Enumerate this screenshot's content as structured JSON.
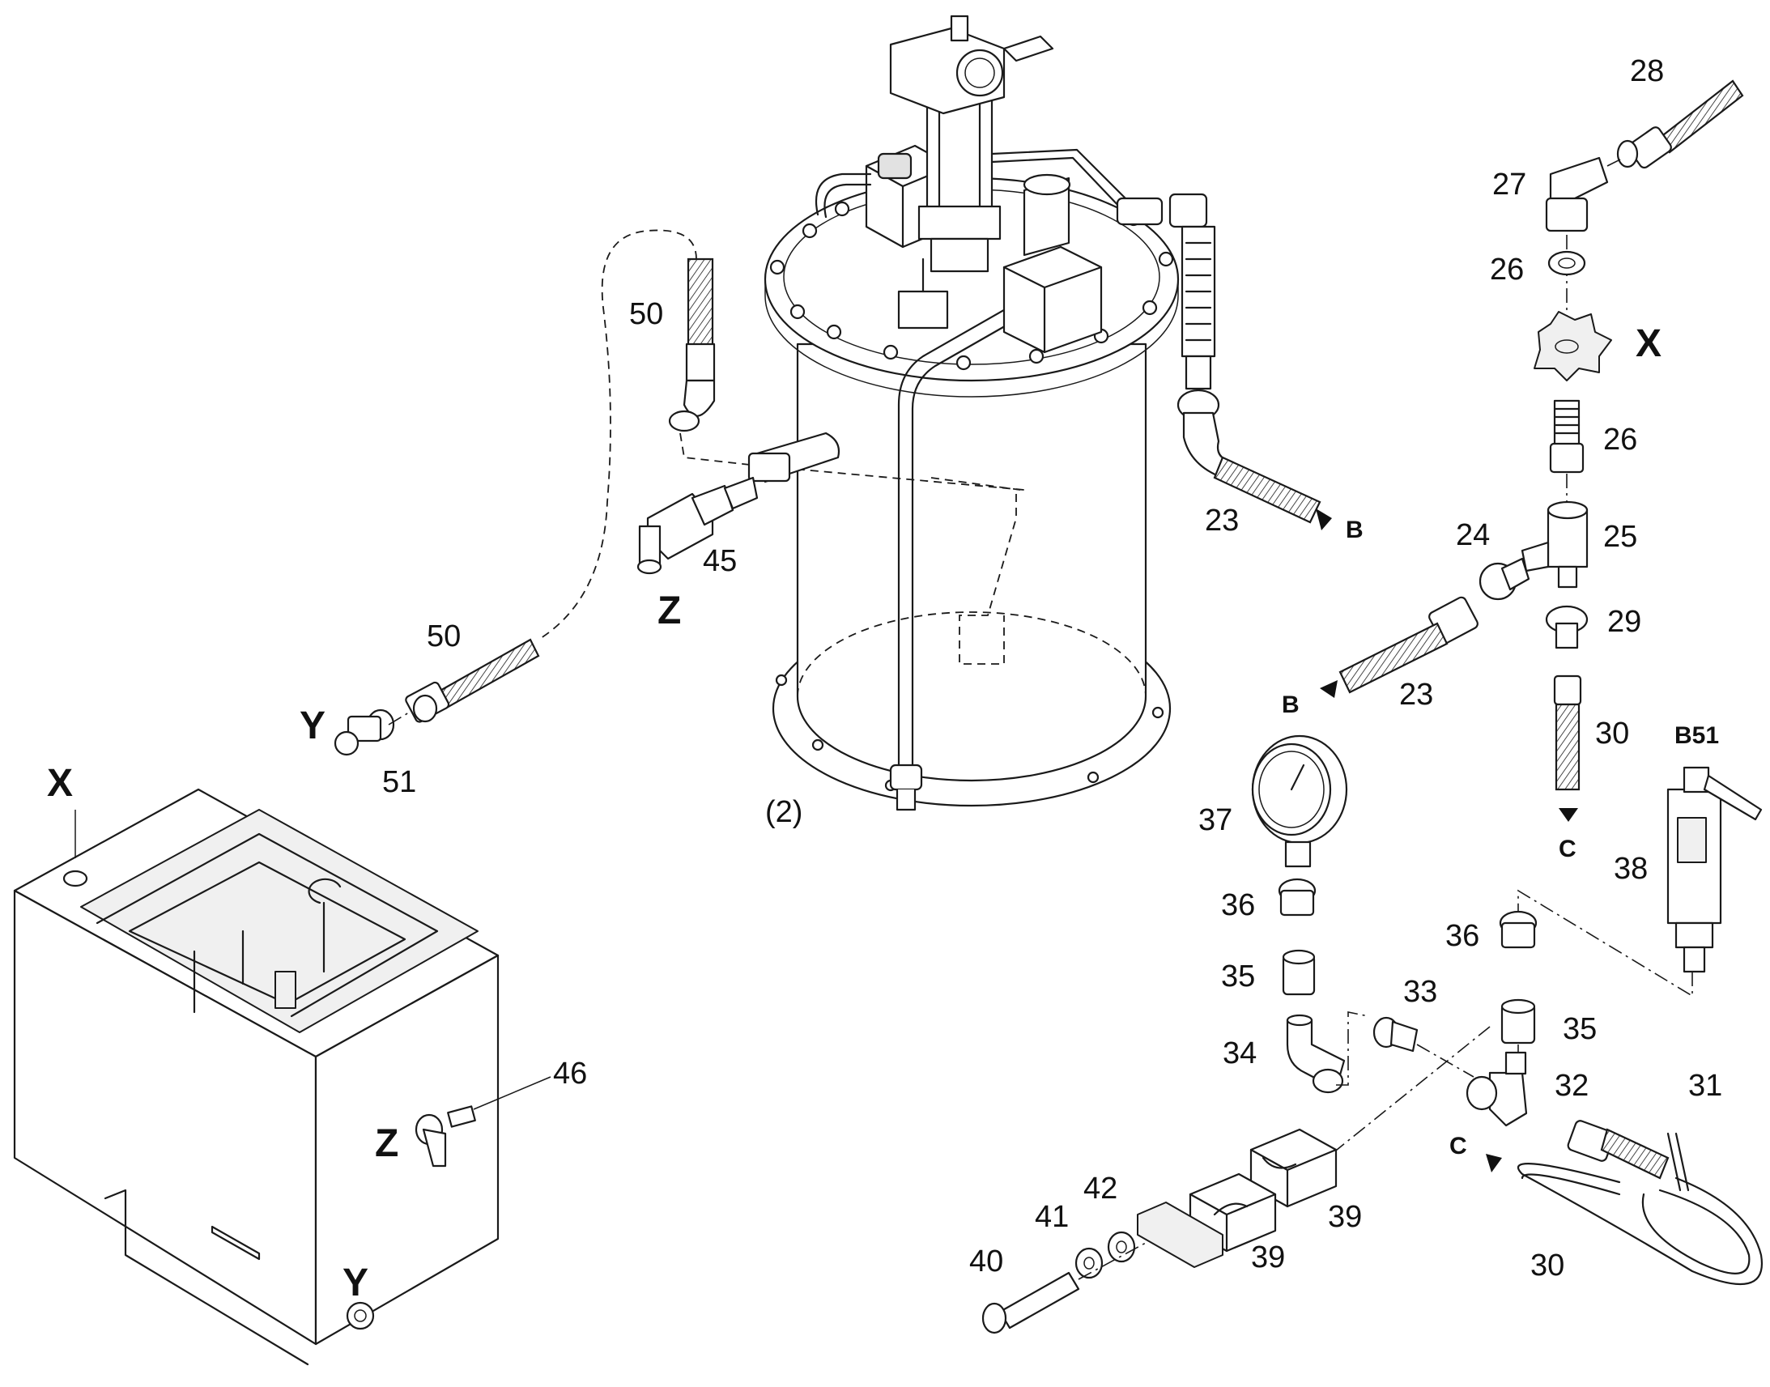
{
  "callouts": {
    "n50a": "50",
    "n50b": "50",
    "n45": "45",
    "n51": "51",
    "n23a": "23",
    "n23b": "23",
    "n24": "24",
    "n25": "25",
    "n26a": "26",
    "n26b": "26",
    "n27": "27",
    "n28": "28",
    "n29": "29",
    "n30a": "30",
    "n30b": "30",
    "n31": "31",
    "n32": "32",
    "n33": "33",
    "n34": "34",
    "n35a": "35",
    "n35b": "35",
    "n36a": "36",
    "n36b": "36",
    "n37": "37",
    "n38": "38",
    "n39a": "39",
    "n39b": "39",
    "n40": "40",
    "n41": "41",
    "n42": "42",
    "n46": "46",
    "n2": "(2)"
  },
  "references": {
    "X1": "X",
    "X2": "X",
    "Y1": "Y",
    "Y2": "Y",
    "Z1": "Z",
    "Z2": "Z",
    "B1": "B",
    "B2": "B",
    "C1": "C",
    "C2": "C",
    "B51": "B51"
  }
}
